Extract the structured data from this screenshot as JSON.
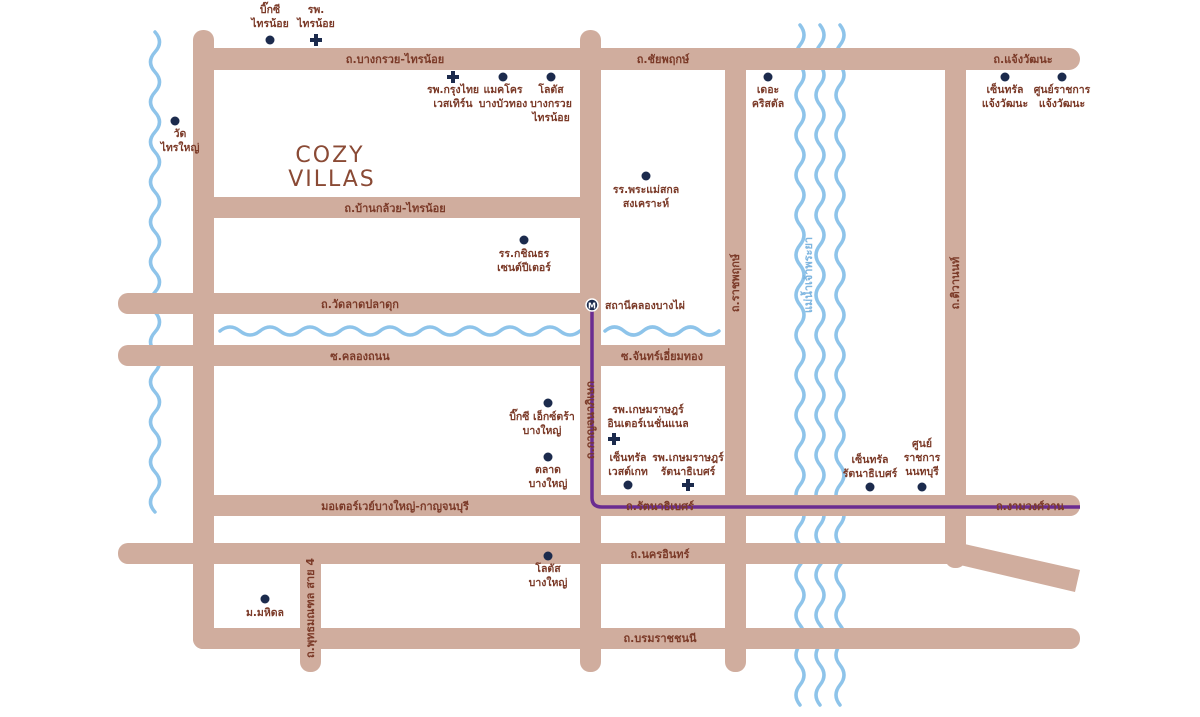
{
  "logo": {
    "line1": "COZY",
    "line2": "VILLAS"
  },
  "colors": {
    "road": "#d0ad9e",
    "text": "#7b3a28",
    "water": "#8ec4ea",
    "poi": "#1c2b4d",
    "transit": "#6a2c91"
  },
  "roads": {
    "bangkruai_sainoi": "ถ.บางกรวย-ไทรน้อย",
    "chaiyaphruek": "ถ.ชัยพฤกษ์",
    "chaengwattana": "ถ.แจ้งวัฒนะ",
    "bankluai_sainoi": "ถ.บ้านกล้วย-ไทรน้อย",
    "wat_lat_pladuk": "ถ.วัดลาดปลาดุก",
    "khlong_thanon": "ซ.คลองถนน",
    "chan_iam_thong": "ซ.จันทร์เอี่ยมทอง",
    "motorway": "มอเตอร์เวย์บางใหญ่-กาญจนบุรี",
    "rattanathibet": "ถ.รัตนาธิเบศร์",
    "ngamwongwan": "ถ.งามวงศ์วาน",
    "nakhon_in": "ถ.นครอินทร์",
    "borommaratchachonnani": "ถ.บรมราชชนนี",
    "kanchanaphisek": "ถ.กาญจนาภิเษก",
    "ratchaphruek": "ถ.ราชพฤกษ์",
    "tiwanon": "ถ.ติวานนท์",
    "phutthamonthon_4": "ถ.พุทธมณฑล สาย 4"
  },
  "river": "แม่น้ำเจ้าพระยา",
  "station": {
    "icon": "M",
    "label": "สถานีคลองบางไผ่"
  },
  "pois": [
    {
      "type": "dot",
      "lines": [
        "บิ๊กซี",
        "ไทรน้อย"
      ]
    },
    {
      "type": "hospital",
      "lines": [
        "รพ.",
        "ไทรน้อย"
      ]
    },
    {
      "type": "hospital",
      "lines": [
        "รพ.กรุงไทย",
        "เวสเทิร์น"
      ]
    },
    {
      "type": "dot",
      "lines": [
        "แมคโคร",
        "บางบัวทอง"
      ]
    },
    {
      "type": "dot",
      "lines": [
        "โลตัส",
        "บางกรวย",
        "ไทรน้อย"
      ]
    },
    {
      "type": "dot",
      "lines": [
        "วัด",
        "ไทรใหญ่"
      ]
    },
    {
      "type": "dot",
      "lines": [
        "รร.พระแม่สกล",
        "สงเคราะห์"
      ]
    },
    {
      "type": "dot",
      "lines": [
        "รร.กชิณธร",
        "เซนต์ปีเตอร์"
      ]
    },
    {
      "type": "dot",
      "lines": [
        "บิ๊กซี เอ็กซ์ตร้า",
        "บางใหญ่"
      ]
    },
    {
      "type": "dot",
      "lines": [
        "ตลาด",
        "บางใหญ่"
      ]
    },
    {
      "type": "hospital",
      "lines": [
        "รพ.เกษมราษฎร์",
        "อินเตอร์เนชั่นแนล"
      ]
    },
    {
      "type": "dot",
      "lines": [
        "เซ็นทรัล",
        "เวสต์เกท"
      ]
    },
    {
      "type": "hospital",
      "lines": [
        "รพ.เกษมราษฎร์",
        "รัตนาธิเบศร์"
      ]
    },
    {
      "type": "dot",
      "lines": [
        "เดอะ",
        "คริสตัล"
      ]
    },
    {
      "type": "dot",
      "lines": [
        "เซ็นทรัล",
        "แจ้งวัฒนะ"
      ]
    },
    {
      "type": "dot",
      "lines": [
        "ศูนย์ราชการ",
        "แจ้งวัฒนะ"
      ]
    },
    {
      "type": "dot",
      "lines": [
        "เซ็นทรัล",
        "รัตนาธิเบศร์"
      ]
    },
    {
      "type": "dot",
      "lines": [
        "ศูนย์",
        "ราชการ",
        "นนทบุรี"
      ]
    },
    {
      "type": "dot",
      "lines": [
        "โลตัส",
        "บางใหญ่"
      ]
    },
    {
      "type": "dot",
      "lines": [
        "ม.มหิดล"
      ]
    }
  ]
}
